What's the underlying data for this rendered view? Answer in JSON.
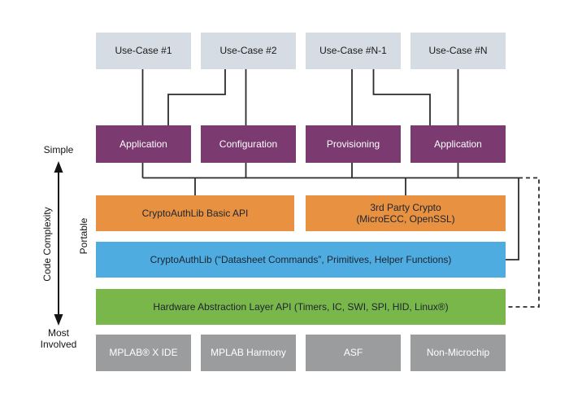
{
  "colors": {
    "background": "#ffffff",
    "use_case_box": "#d5dce3",
    "role_box": "#7b3a70",
    "api_box": "#e89140",
    "lib_box": "#4face0",
    "hal_box": "#79b74a",
    "platform_box": "#9a9c9e",
    "connector_line": "#2e2b2c"
  },
  "labels": {
    "simple": "Simple",
    "code_complexity": "Code Complexity",
    "most": "Most",
    "involved": "Involved",
    "portable": "Portable"
  },
  "rows": {
    "use_cases": {
      "items": [
        "Use-Case #1",
        "Use-Case #2",
        "Use-Case #N-1",
        "Use-Case #N"
      ]
    },
    "roles": {
      "items": [
        "Application",
        "Configuration",
        "Provisioning",
        "Application"
      ]
    },
    "api": {
      "basic": "CryptoAuthLib Basic API",
      "third_party_line1": "3rd Party Crypto",
      "third_party_line2": "(MicroECC, OpenSSL)"
    },
    "lib": {
      "label": "CryptoAuthLib (“Datasheet Commands”, Primitives, Helper Functions)"
    },
    "hal": {
      "label": "Hardware Abstraction Layer API (Timers, IC, SWI, SPI, HID, Linux®)"
    },
    "platforms": {
      "items": [
        "MPLAB® X IDE",
        "MPLAB Harmony",
        "ASF",
        "Non-Microchip"
      ]
    }
  }
}
